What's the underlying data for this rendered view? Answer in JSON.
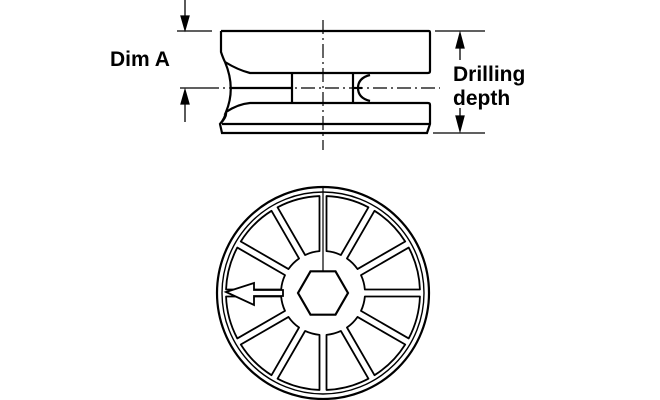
{
  "labels": {
    "dim_a": "Dim A",
    "drilling_line1": "Drilling",
    "drilling_line2": "depth"
  },
  "colors": {
    "line": "#000000",
    "background": "#ffffff"
  }
}
